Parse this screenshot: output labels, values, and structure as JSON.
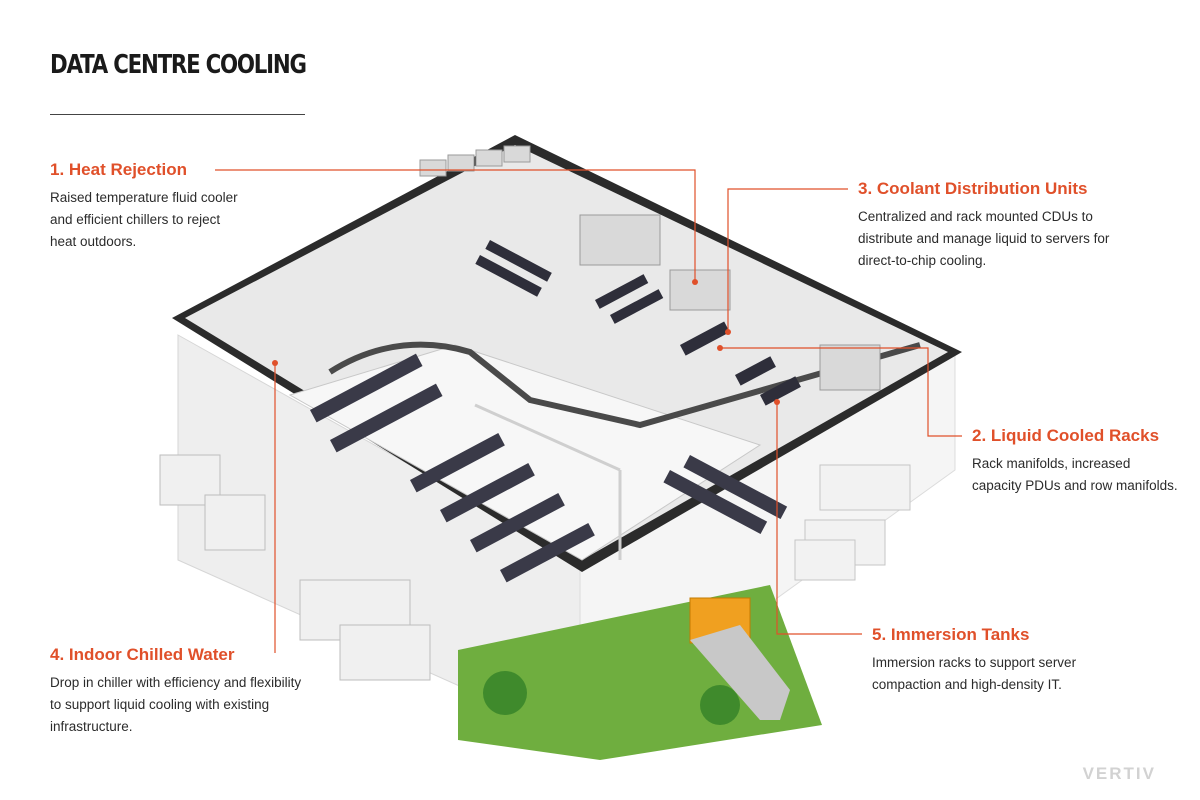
{
  "header": {
    "title": "DATA CENTRE COOLING"
  },
  "callouts": [
    {
      "heading": "1.  Heat Rejection",
      "description": "Raised temperature fluid cooler and efficient chillers to reject heat outdoors."
    },
    {
      "heading": "3. Coolant Distribution Units",
      "description": "Centralized and rack mounted CDUs to distribute and manage liquid to servers for direct-to-chip cooling."
    },
    {
      "heading": "2. Liquid Cooled Racks",
      "description": "Rack manifolds, increased capacity PDUs and row manifolds."
    },
    {
      "heading": "5. Immersion Tanks",
      "description": "Immersion racks to support server compaction and high-density IT."
    },
    {
      "heading": "4. Indoor Chilled Water",
      "description": "Drop in chiller with efficiency and flexibility to support liquid cooling with existing infrastructure."
    }
  ],
  "watermark": "VERTIV",
  "colors": {
    "accent": "#e0502a",
    "roof": "#2b2b2b",
    "floor": "#e9e9e9",
    "grass": "#6fae3f",
    "rack": "#2e2e3a"
  }
}
